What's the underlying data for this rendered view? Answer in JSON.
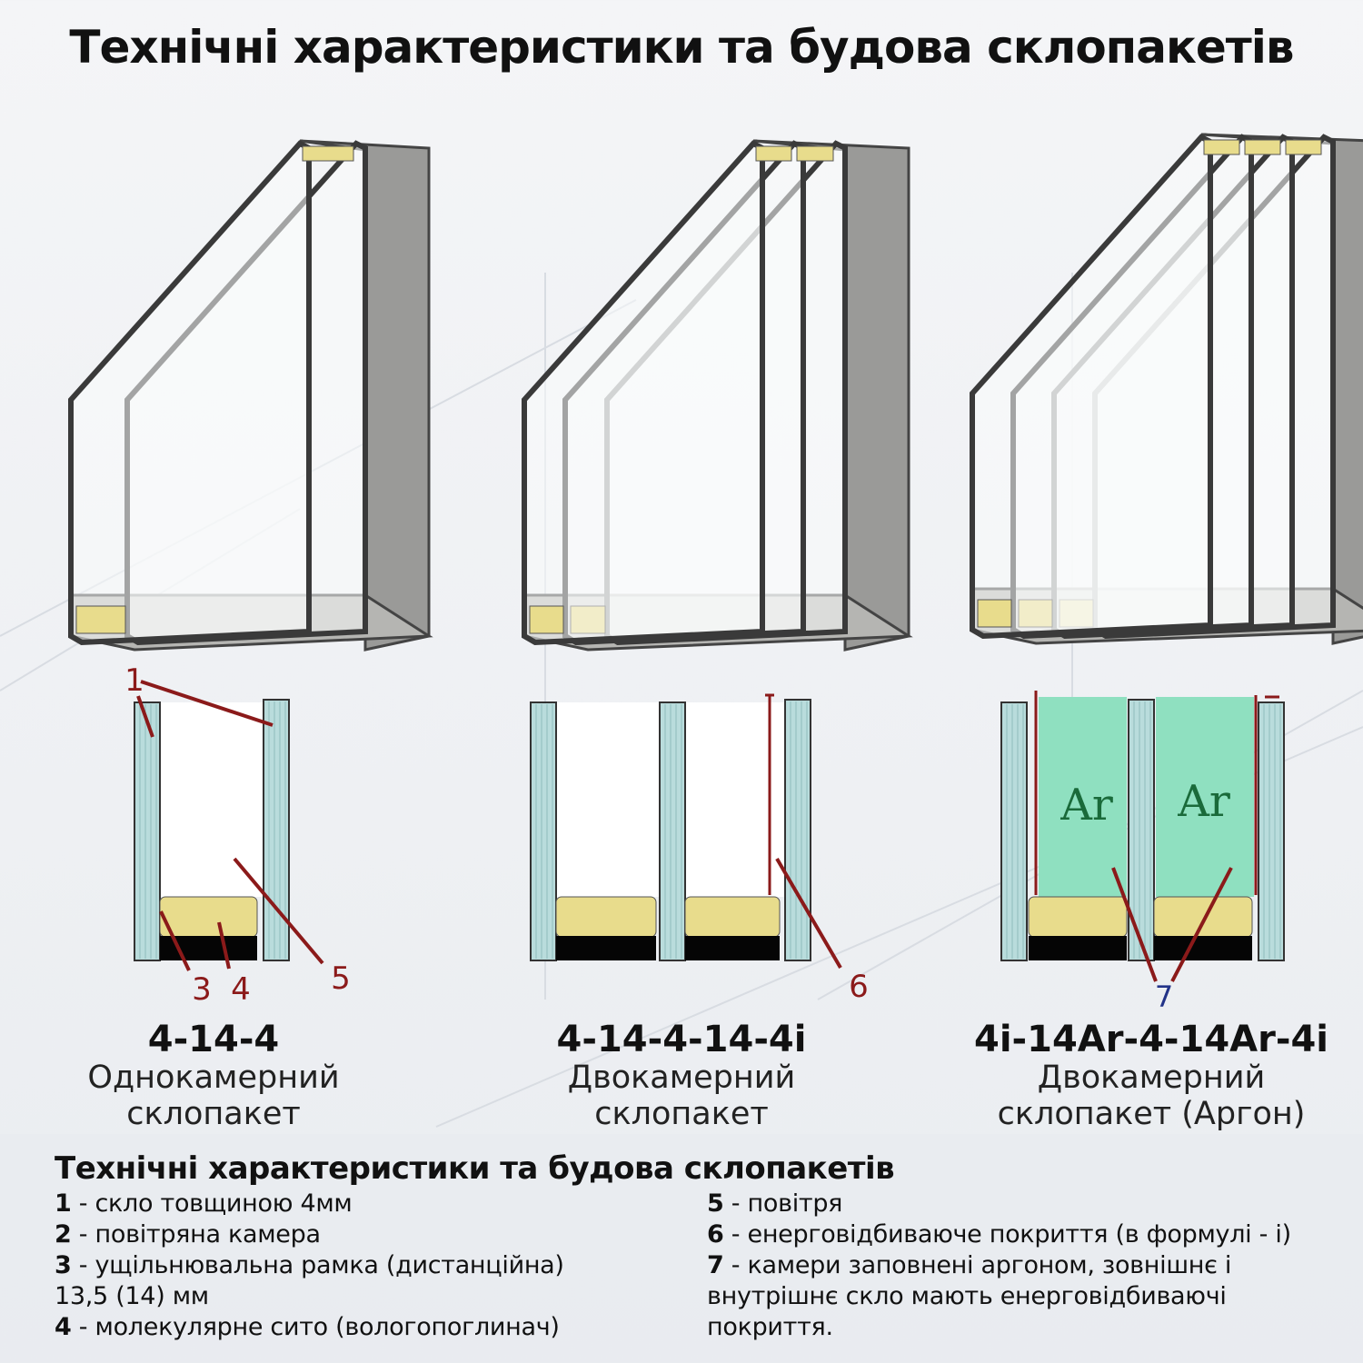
{
  "title": "Технічні характеристики та будова склопакетів",
  "units": [
    {
      "code": "4-14-4",
      "desc_line1": "Однокамерний",
      "desc_line2": "склопакет",
      "panes": 2
    },
    {
      "code": "4-14-4-14-4i",
      "desc_line1": "Двокамерний",
      "desc_line2": "склопакет",
      "panes": 3
    },
    {
      "code": "4i-14Ar-4-14Ar-4i",
      "desc_line1": "Двокамерний",
      "desc_line2": "склопакет (Аргон)",
      "panes": 3
    }
  ],
  "callouts": {
    "n1": "1",
    "n3": "3",
    "n4": "4",
    "n5": "5",
    "n6": "6",
    "n7": "7"
  },
  "argon_label": "Ar",
  "legend": {
    "title": "Технічні характеристики та будова склопакетів",
    "items": [
      {
        "num": "1",
        "text": " - скло товщиною 4мм"
      },
      {
        "num": "2",
        "text": " - повітряна камера"
      },
      {
        "num": "3",
        "text": " - ущільнювальна рамка (дистанційна)"
      },
      {
        "num": "",
        "text": "13,5 (14) мм"
      },
      {
        "num": "4",
        "text": " - молекулярне сито (вологопоглинач)"
      },
      {
        "num": "5",
        "text": " - повітря"
      },
      {
        "num": "6",
        "text": " - енерговідбиваюче покриття (в формулі - і)"
      },
      {
        "num": "7",
        "text": " - камери заповнені аргоном, зовнішнє і"
      },
      {
        "num": "",
        "text": "внутрішнє скло мають енерговідбиваючі"
      },
      {
        "num": "",
        "text": "покриття."
      }
    ]
  },
  "colors": {
    "glass": "#b9dcdc",
    "spacer": "#e8dc8c",
    "seal": "#050505",
    "argon": "#8fe0c0",
    "callout": "#8b1a1a",
    "frame": "#7a7a78"
  }
}
